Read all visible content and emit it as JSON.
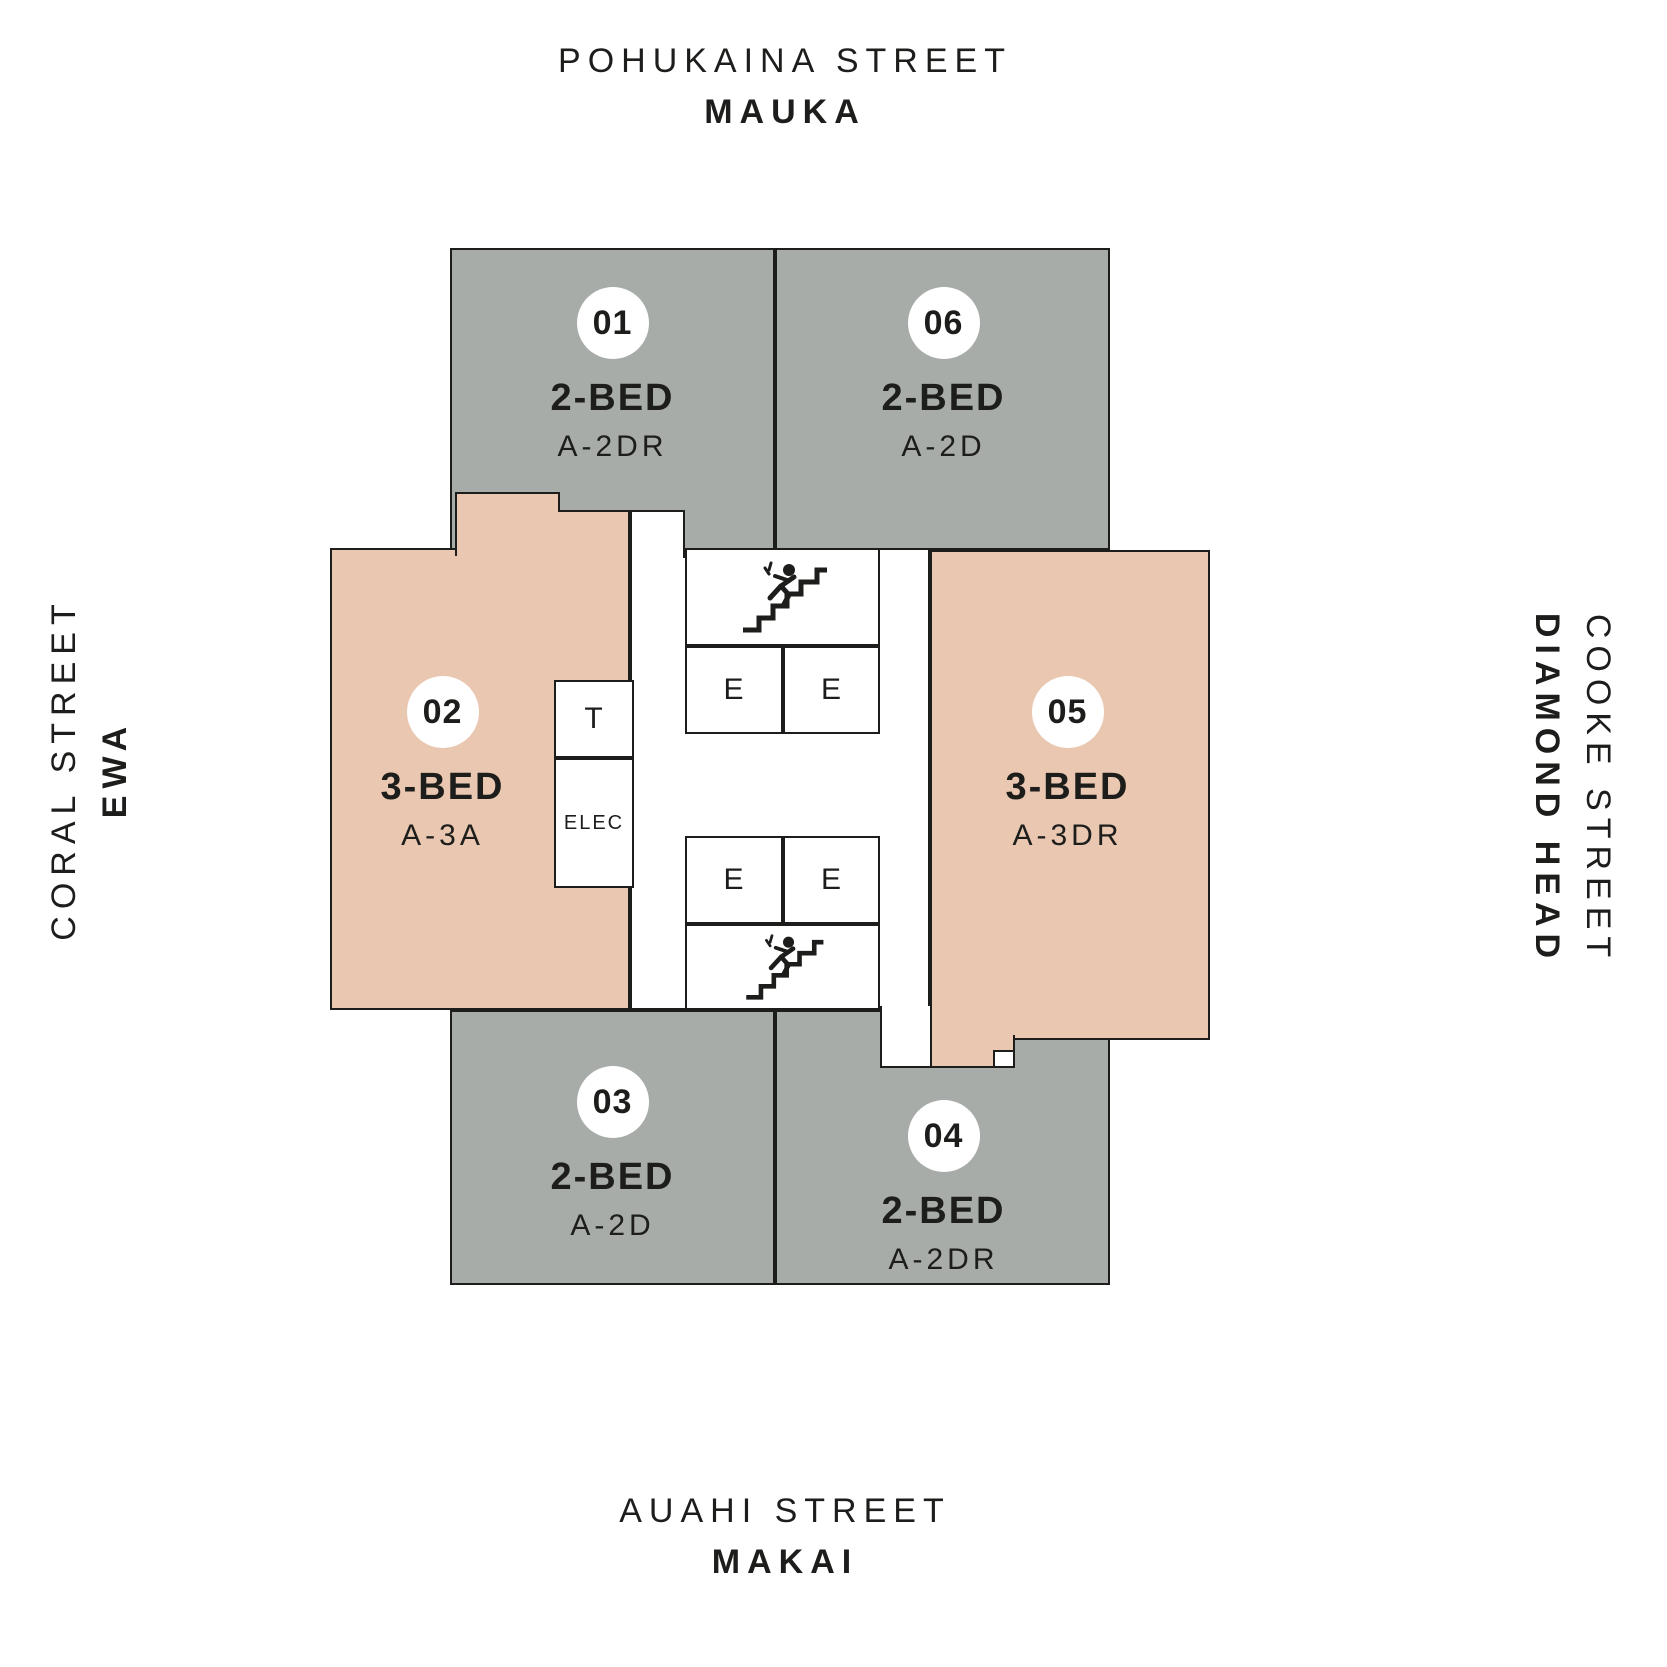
{
  "streets": {
    "top": {
      "name": "POHUKAINA STREET",
      "direction": "MAUKA"
    },
    "bottom": {
      "name": "AUAHI STREET",
      "direction": "MAKAI"
    },
    "left": {
      "name": "CORAL STREET",
      "direction": "EWA"
    },
    "right": {
      "name": "COOKE STREET",
      "direction": "DIAMOND HEAD"
    }
  },
  "units": {
    "u01": {
      "number": "01",
      "type": "2-BED",
      "plan": "A-2DR",
      "style": "standard"
    },
    "u02": {
      "number": "02",
      "type": "3-BED",
      "plan": "A-3A",
      "style": "highlight"
    },
    "u03": {
      "number": "03",
      "type": "2-BED",
      "plan": "A-2D",
      "style": "standard"
    },
    "u04": {
      "number": "04",
      "type": "2-BED",
      "plan": "A-2DR",
      "style": "standard"
    },
    "u05": {
      "number": "05",
      "type": "3-BED",
      "plan": "A-3DR",
      "style": "highlight"
    },
    "u06": {
      "number": "06",
      "type": "2-BED",
      "plan": "A-2D",
      "style": "standard"
    }
  },
  "core": {
    "elevator": "E",
    "t": "T",
    "elec": "ELEC",
    "stair_icon": "exit-stairs-icon"
  },
  "colors": {
    "unit_standard": "#a7aca8",
    "unit_highlight": "#e9c7b1",
    "wall": "#1d1d1b",
    "text": "#1d1d1b",
    "background": "#ffffff",
    "badge_background": "#ffffff"
  }
}
